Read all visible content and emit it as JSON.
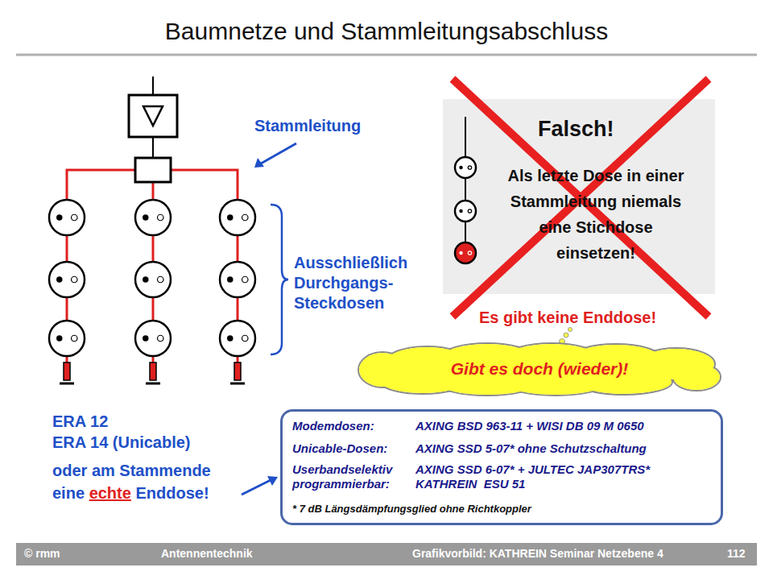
{
  "diagram": {
    "title": "Baumnetze und Stammleitungsabschluss",
    "nodes": [
      {
        "text": [
          "Falsch!",
          "Als letzte Dose in einer Stammleitung niemals eine Stichdose einsetzen!"
        ]
      },
      {
        "text": [
          "Gibt es doch (wieder)!"
        ]
      },
      {
        "text": [
          "Modemdosen:",
          "AXING BSD 963-11 + WISI DB 09 M 0650",
          "Unicable-Dosen:",
          "AXING SSD 5-07* ohne Schutzschaltung",
          "Userbandselektiv programmierbar:",
          "AXING SSD 6-07* + JULTEC JAP307TRS*",
          "KATHREIN  ESU 51",
          "* 7 dB Längsdämpfungsglied ohne Richtkoppler"
        ]
      }
    ],
    "labels": [
      "Stammleitung",
      "Ausschließlich Durchgangs-Steckdosen",
      "ERA 12",
      "ERA 14 (Unicable)",
      "oder am Stammende eine",
      "echte",
      "Enddose!",
      "Es gibt keine Enddose!",
      "© rmm",
      "Antennentechnik",
      "Grafikvorbild: KATHREIN Seminar Netzebene 4",
      "112"
    ]
  }
}
